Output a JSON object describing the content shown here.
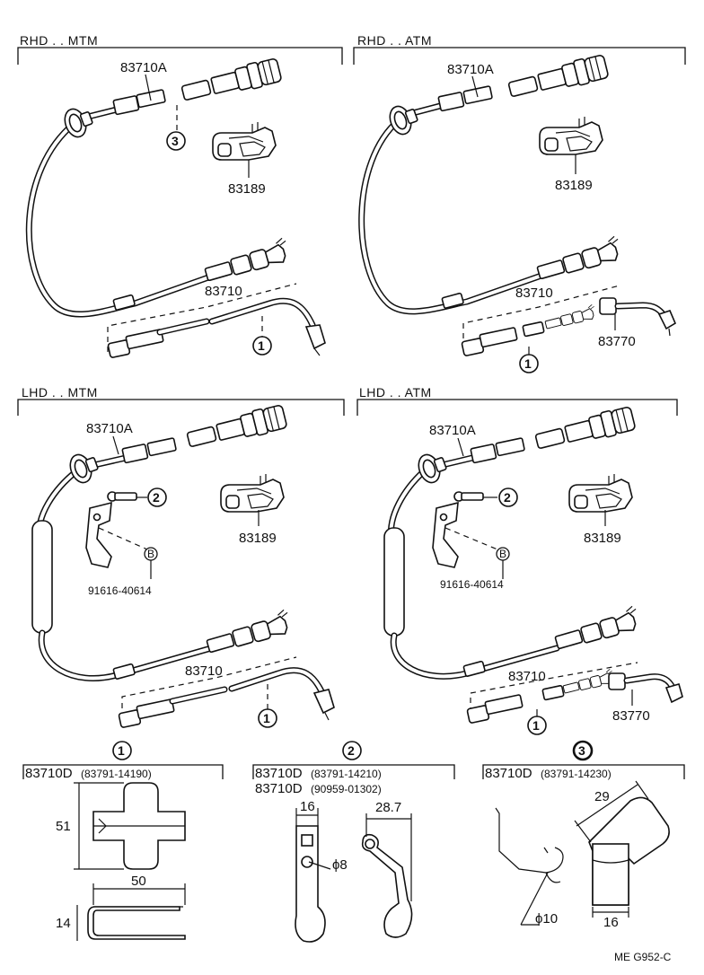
{
  "sections": {
    "rhd_mtm": {
      "title": "RHD . . MTM",
      "cable_top": "83710A",
      "clip": "83189",
      "cable_low": "83710",
      "ref_a": "3",
      "ref_b": "1"
    },
    "rhd_atm": {
      "title": "RHD . . ATM",
      "cable_top": "83710A",
      "clip": "83189",
      "cable_low": "83710",
      "adapter": "83770",
      "ref_b": "1"
    },
    "lhd_mtm": {
      "title": "LHD . . MTM",
      "cable_top": "83710A",
      "clip": "83189",
      "cable_low": "83710",
      "bolt": "91616-40614",
      "ref_a": "2",
      "ref_b": "1",
      "ref_bolt": "B"
    },
    "lhd_atm": {
      "title": "LHD . . ATM",
      "cable_top": "83710A",
      "clip": "83189",
      "cable_low": "83710",
      "adapter": "83770",
      "bolt": "91616-40614",
      "ref_a": "2",
      "ref_b": "1",
      "ref_bolt": "B"
    }
  },
  "details": {
    "d1": {
      "num": "1",
      "part": "83710D",
      "part_no": "(83791-14190)",
      "dim_h": "51",
      "dim_w": "50",
      "dim_t": "14"
    },
    "d2": {
      "num": "2",
      "part1": "83710D",
      "part_no1": "(83791-14210)",
      "part2": "83710D",
      "part_no2": "(90959-01302)",
      "dim_w": "16",
      "dim_w2": "28.7",
      "dim_d": "ϕ8"
    },
    "d3": {
      "num": "3",
      "part": "83710D",
      "part_no": "(83791-14230)",
      "dim_a": "29",
      "dim_b": "16",
      "dim_d": "ϕ10"
    }
  },
  "footer": {
    "code": "ME  G952-C"
  }
}
